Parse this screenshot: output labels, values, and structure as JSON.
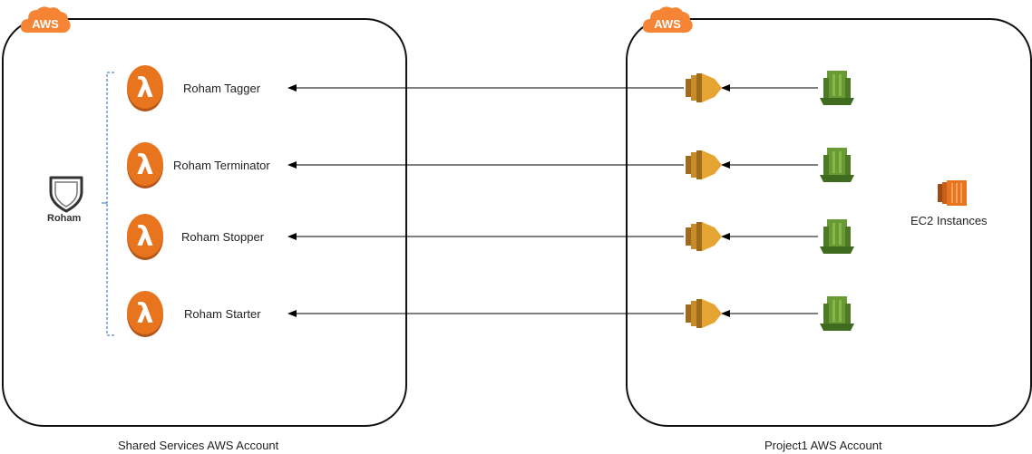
{
  "accounts": {
    "shared": {
      "badge": "AWS",
      "caption": "Shared Services AWS Account"
    },
    "project": {
      "badge": "AWS",
      "caption": "Project1 AWS Account"
    }
  },
  "roham": {
    "label": "Roham"
  },
  "functions": [
    {
      "label": "Roham Tagger"
    },
    {
      "label": "Roham Terminator"
    },
    {
      "label": "Roham Stopper"
    },
    {
      "label": "Roham Starter"
    }
  ],
  "ec2": {
    "label": "EC2 Instances"
  },
  "colors": {
    "lambda": "#E8741E",
    "events": "#E6A532",
    "cloudwatch": "#6A9A35",
    "ec2": "#E8741E",
    "brace": "#2A6EBB"
  }
}
